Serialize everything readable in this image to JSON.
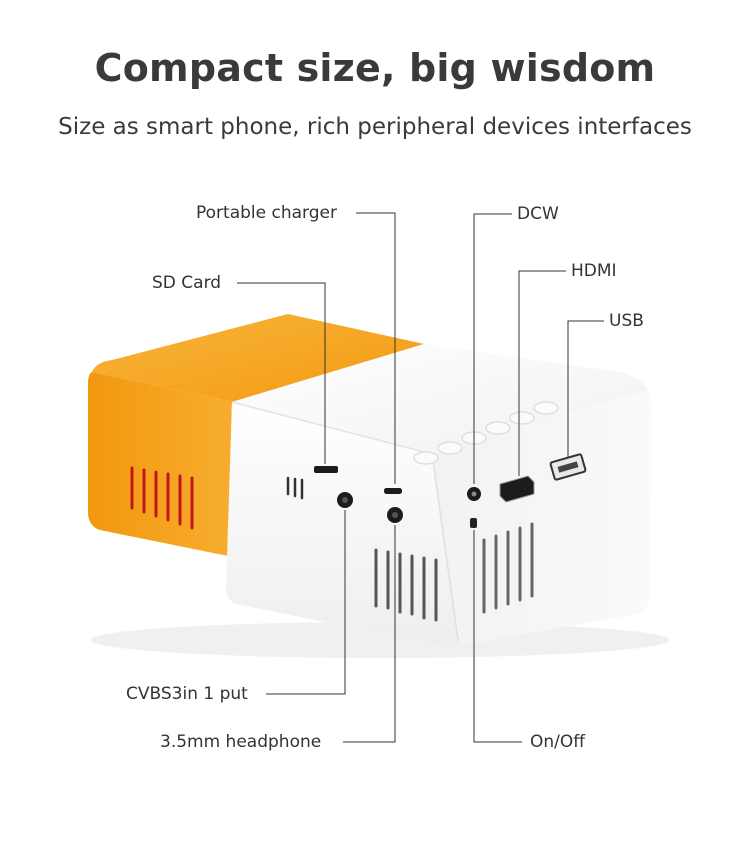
{
  "headline": "Compact size, big wisdom",
  "subheadline": "Size as smart phone, rich peripheral devices interfaces",
  "callouts": {
    "portable_charger": "Portable charger",
    "sd_card": "SD Card",
    "cvbs": "CVBS3in 1 put",
    "headphone": "3.5mm headphone",
    "dcw": "DCW",
    "hdmi": "HDMI",
    "usb": "USB",
    "on_off": "On/Off"
  },
  "colors": {
    "accent_orange": "#f6a418",
    "device_white": "#f7f7f7",
    "port_black": "#1c1c1c",
    "leader_line": "#333333"
  }
}
